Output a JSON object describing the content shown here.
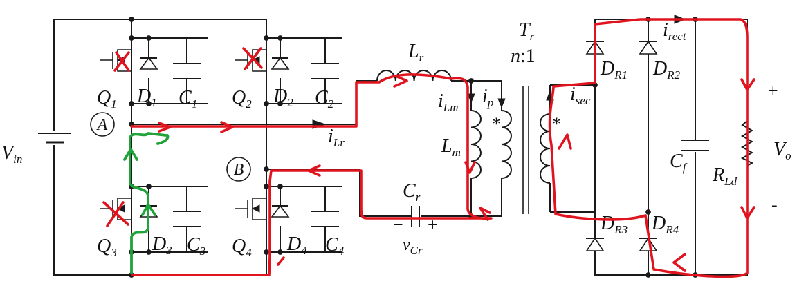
{
  "diagram": {
    "source": "V",
    "source_sub": "in",
    "switches": [
      {
        "letter": "Q",
        "sub": "1"
      },
      {
        "letter": "Q",
        "sub": "2"
      },
      {
        "letter": "Q",
        "sub": "3"
      },
      {
        "letter": "Q",
        "sub": "4"
      }
    ],
    "diodes": [
      {
        "letter": "D",
        "sub": "1"
      },
      {
        "letter": "D",
        "sub": "2"
      },
      {
        "letter": "D",
        "sub": "3"
      },
      {
        "letter": "D",
        "sub": "4"
      }
    ],
    "capacitors": [
      {
        "letter": "C",
        "sub": "1"
      },
      {
        "letter": "C",
        "sub": "2"
      },
      {
        "letter": "C",
        "sub": "3"
      },
      {
        "letter": "C",
        "sub": "4"
      }
    ],
    "nodes": {
      "a": "A",
      "b": "B"
    },
    "resonant_inductor": {
      "letter": "L",
      "sub": "r"
    },
    "magnetizing_inductor": {
      "letter": "L",
      "sub": "m"
    },
    "resonant_capacitor": {
      "letter": "C",
      "sub": "r"
    },
    "cap_voltage": {
      "letter": "v",
      "sub": "Cr"
    },
    "cap_minus": "−",
    "cap_plus": "+",
    "currents": {
      "i_lr": {
        "letter": "i",
        "sub": "Lr"
      },
      "i_lm": {
        "letter": "i",
        "sub": "Lm"
      },
      "i_p": {
        "letter": "i",
        "sub": "p"
      },
      "i_sec": {
        "letter": "i",
        "sub": "sec"
      },
      "i_rect": {
        "letter": "i",
        "sub": "rect"
      }
    },
    "transformer": {
      "letter": "T",
      "sub": "r",
      "ratio_n": "n",
      "ratio_rest": ":1",
      "dot": "*"
    },
    "rect_diodes": [
      {
        "letter": "D",
        "sub": "R1"
      },
      {
        "letter": "D",
        "sub": "R2"
      },
      {
        "letter": "D",
        "sub": "R3"
      },
      {
        "letter": "D",
        "sub": "R4"
      }
    ],
    "filter_capacitor": {
      "letter": "C",
      "sub": "f"
    },
    "load": {
      "letter": "R",
      "sub": "Ld"
    },
    "output": {
      "letter": "V",
      "sub": "o",
      "plus": "+",
      "minus": "-"
    }
  },
  "colors": {
    "wire": "#1a1a1a",
    "red_path": "#e0141e",
    "green_path": "#1fa33a"
  }
}
